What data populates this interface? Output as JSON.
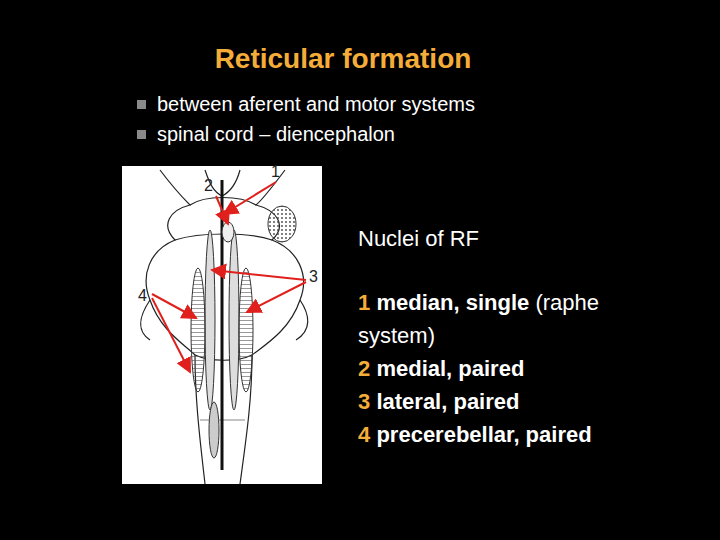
{
  "diagram": {
    "title": "Reticular formation",
    "labels": [
      "between aferent and motor systems",
      "spinal cord – diencephalon",
      "1",
      "2",
      "3",
      "4",
      "Nuclei of RF",
      "1",
      "median, single",
      "(raphe system)",
      "2",
      "medial, paired",
      "3",
      "lateral, paired",
      "4",
      "precerebellar, paired"
    ]
  }
}
